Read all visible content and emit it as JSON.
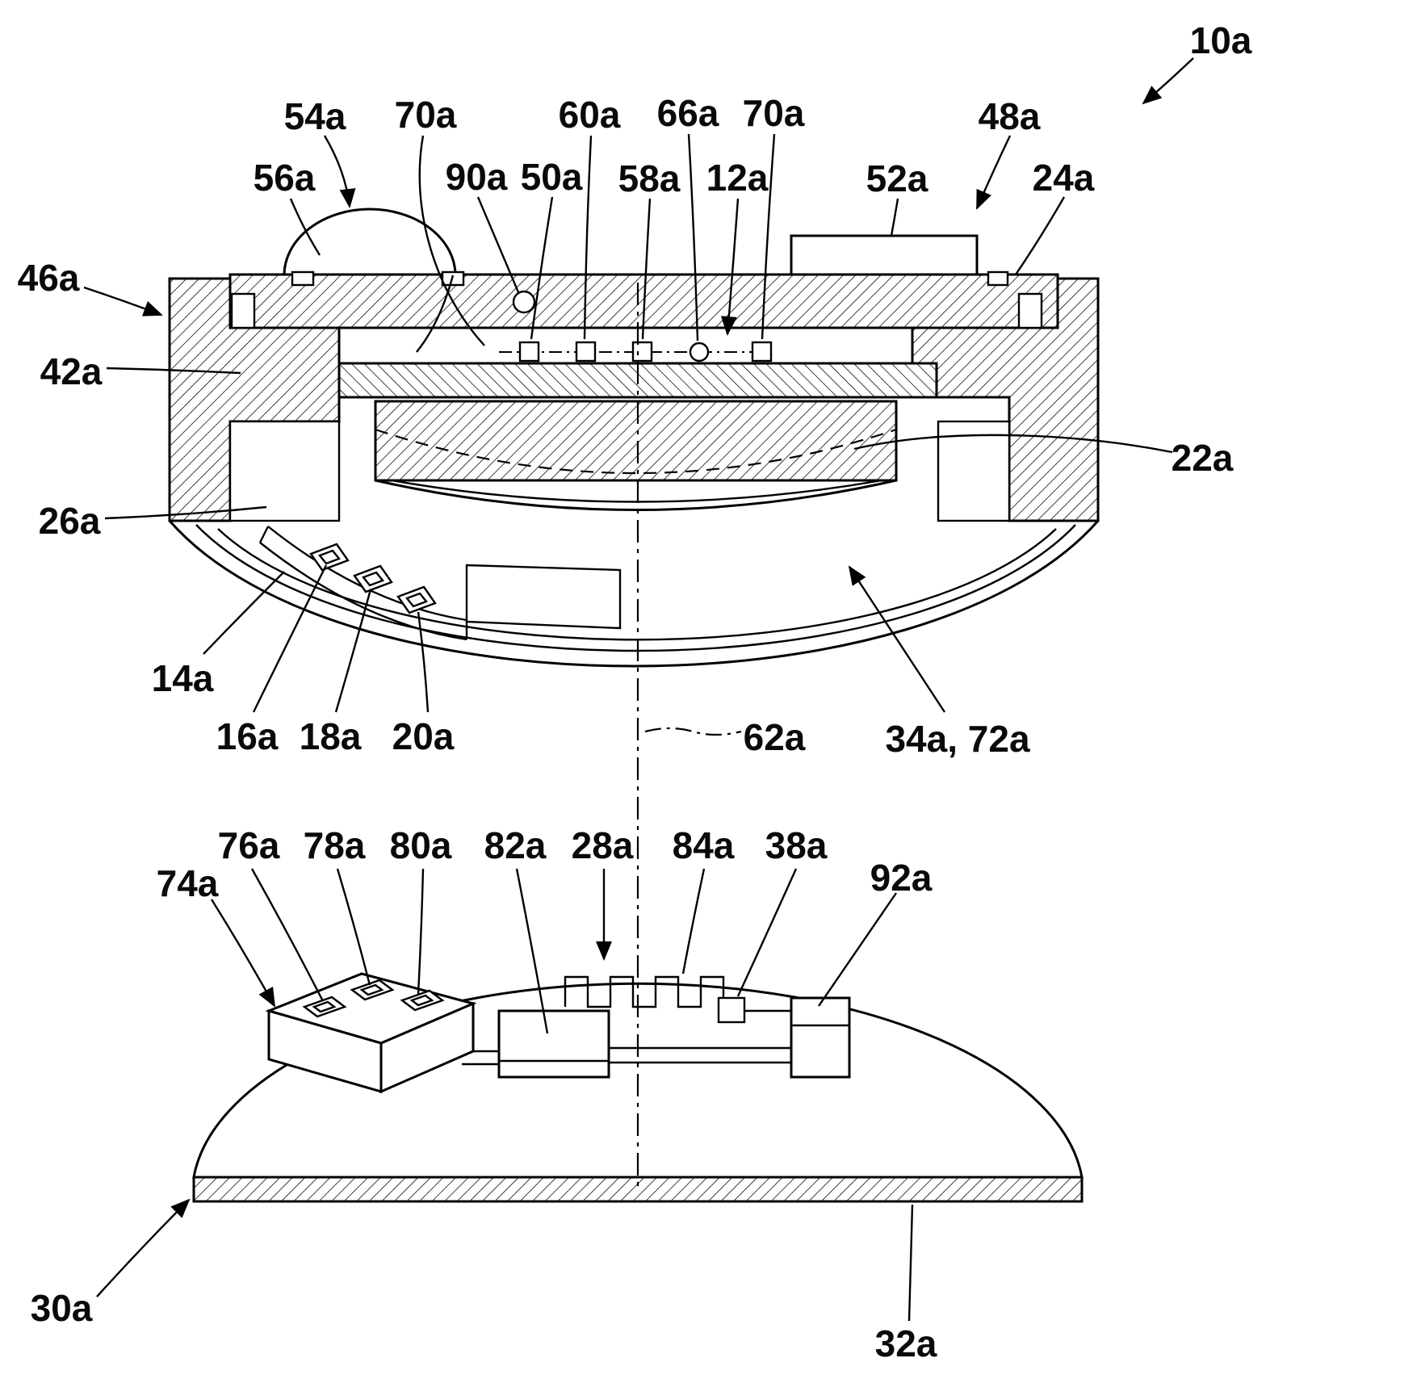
{
  "figure": {
    "type": "patent-cross-section-diagram",
    "colors": {
      "ink": "#000000",
      "paper": "#ffffff"
    },
    "labels": {
      "ref_10a": "10a",
      "ref_54a": "54a",
      "ref_70a_left": "70a",
      "ref_60a": "60a",
      "ref_66a": "66a",
      "ref_70a_right": "70a",
      "ref_48a": "48a",
      "ref_56a": "56a",
      "ref_90a": "90a",
      "ref_50a": "50a",
      "ref_58a": "58a",
      "ref_12a": "12a",
      "ref_52a": "52a",
      "ref_24a": "24a",
      "ref_46a": "46a",
      "ref_42a": "42a",
      "ref_22a": "22a",
      "ref_26a": "26a",
      "ref_14a": "14a",
      "ref_16a": "16a",
      "ref_18a": "18a",
      "ref_20a": "20a",
      "ref_62a": "62a",
      "ref_34a_72a": "34a, 72a",
      "ref_76a": "76a",
      "ref_78a": "78a",
      "ref_80a": "80a",
      "ref_82a": "82a",
      "ref_28a": "28a",
      "ref_84a": "84a",
      "ref_38a": "38a",
      "ref_74a": "74a",
      "ref_92a": "92a",
      "ref_30a": "30a",
      "ref_32a": "32a"
    }
  }
}
